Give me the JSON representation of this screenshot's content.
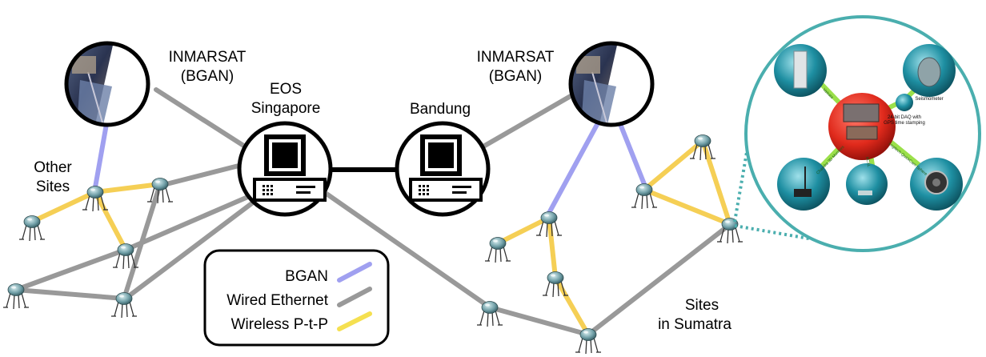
{
  "labels": {
    "inmarsat_left": [
      "INMARSAT",
      "(BGAN)"
    ],
    "inmarsat_right": [
      "INMARSAT",
      "(BGAN)"
    ],
    "eos": [
      "EOS",
      "Singapore"
    ],
    "bandung": "Bandung",
    "other_sites": [
      "Other",
      "Sites"
    ],
    "sumatra_sites": [
      "Sites",
      "in Sumatra"
    ]
  },
  "legend": [
    {
      "label": "BGAN",
      "color": "#a0a0f0"
    },
    {
      "label": "Wired Ethernet",
      "color": "#999999"
    },
    {
      "label": "Wireless P-t-P",
      "color": "#f5e050"
    }
  ],
  "inset": {
    "center_caption": [
      "24-bit DAQ with",
      "GPS time stamping"
    ],
    "seismometer": "Seismometer",
    "link_labels": [
      "Vaisala",
      "Chandra 3D Monitors",
      "ACXL",
      "Logitech QuickCam Sphere"
    ]
  },
  "colors": {
    "bgan": "#a0a0f0",
    "wired": "#999999",
    "wireless": "#f5cf55",
    "inset_ring": "#4aaeae"
  }
}
